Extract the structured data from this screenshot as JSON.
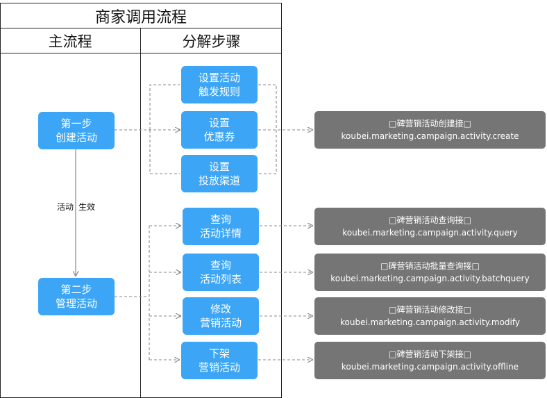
{
  "title": "商家调用流程",
  "columns": {
    "main": "主流程",
    "steps": "分解步骤"
  },
  "main_nodes": [
    {
      "line1": "第一步",
      "line2": "创建活动"
    },
    {
      "line1": "第二步",
      "line2": "管理活动"
    }
  ],
  "edge_label": {
    "left": "活动",
    "right": "生效"
  },
  "create_steps": [
    {
      "line1": "设置活动",
      "line2": "触发规则"
    },
    {
      "line1": "设置",
      "line2": "优惠券"
    },
    {
      "line1": "设置",
      "line2": "投放渠道"
    }
  ],
  "manage_steps": [
    {
      "line1": "查询",
      "line2": "活动详情"
    },
    {
      "line1": "查询",
      "line2": "活动列表"
    },
    {
      "line1": "修改",
      "line2": "营销活动"
    },
    {
      "line1": "下架",
      "line2": "营销活动"
    }
  ],
  "apis": [
    {
      "name": "□碑营销活动创建接□",
      "method": "koubei.marketing.campaign.activity.create"
    },
    {
      "name": "□碑营销活动查询接□",
      "method": "koubei.marketing.campaign.activity.query"
    },
    {
      "name": "□碑营销活动批量查询接□",
      "method": "koubei.marketing.campaign.activity.batchquery"
    },
    {
      "name": "□碑营销活动修改接□",
      "method": "koubei.marketing.campaign.activity.modify"
    },
    {
      "name": "□碑营销活动下架接□",
      "method": "koubei.marketing.campaign.activity.offline"
    }
  ],
  "colors": {
    "node": "#3ca5f5",
    "api": "#757575",
    "line": "#888888",
    "border": "#222222"
  }
}
